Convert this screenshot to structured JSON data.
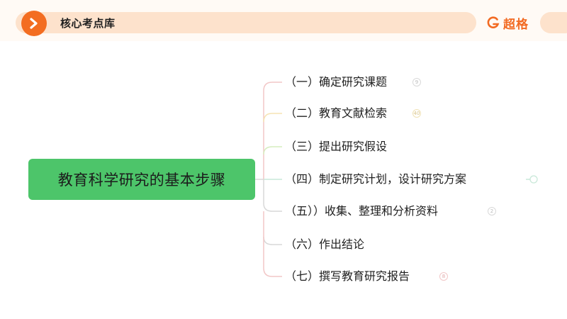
{
  "header": {
    "title": "核心考点库",
    "brand": "超格",
    "colors": {
      "accent": "#f36d21",
      "band": "#fde2cc"
    }
  },
  "mindmap": {
    "root": {
      "label": "教育科学研究的基本步骤",
      "color": "#4dc56a"
    },
    "branches": [
      {
        "label": "（一）确定研究课题",
        "marker": "9"
      },
      {
        "label": "（二）教育文献检索",
        "marker": "40"
      },
      {
        "label": "（三）提出研究假设"
      },
      {
        "label": "（四）制定研究计划，设计研究方案",
        "marker": ""
      },
      {
        "label": "（五））收集、整理和分析资料",
        "marker": "2"
      },
      {
        "label": "（六）作出结论"
      },
      {
        "label": "（七）撰写教育研究报告",
        "marker": "8"
      }
    ],
    "connector_colors": [
      "#f2c7c7",
      "#f5e3b3",
      "#d6edbf",
      "#c8e8d8",
      "#d8d8d8",
      "#d8d8d8",
      "#f2c7c7"
    ]
  }
}
